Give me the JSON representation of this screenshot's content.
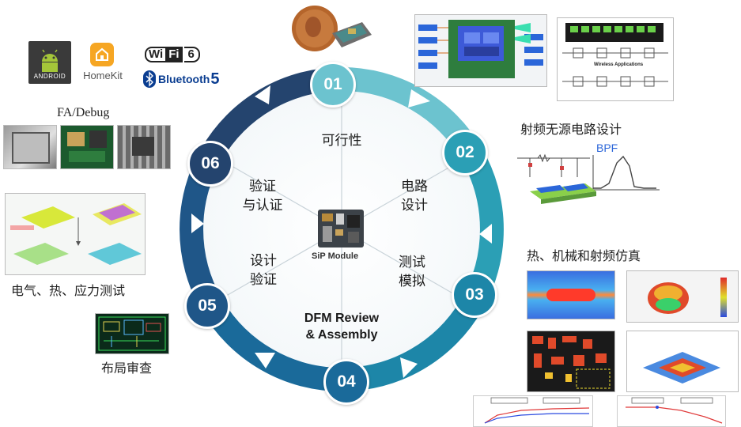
{
  "cycle": {
    "center_label": "SiP Module",
    "steps": [
      {
        "num": "01",
        "label": "可行性",
        "color": "#6cc3cf"
      },
      {
        "num": "02",
        "label": "电路\n设计",
        "color": "#2b9fb5"
      },
      {
        "num": "03",
        "label": "测试\n模拟",
        "color": "#1d86a8"
      },
      {
        "num": "04",
        "label": "DFM Review\n& Assembly",
        "color": "#1a6a9a"
      },
      {
        "num": "05",
        "label": "设计\n验证",
        "color": "#1f5688"
      },
      {
        "num": "06",
        "label": "验证\n与认证",
        "color": "#24446e"
      }
    ]
  },
  "side_labels": {
    "fa_debug": "FA/Debug",
    "elec_thermal": "电气、热、应力测试",
    "layout_review": "布局审查",
    "rf_passive": "射频无源电路设计",
    "thermal_mech_rf": "热、机械和射频仿真",
    "bpf": "BPF",
    "wireless_apps": "Wireless Applications"
  },
  "logos": {
    "android": "ANDROID",
    "homekit": "HomeKit",
    "wifi": "Wi",
    "wifi_fi": "Fi",
    "wifi_ver": "6",
    "bluetooth": "Bluetooth",
    "bluetooth_ver": "5"
  }
}
